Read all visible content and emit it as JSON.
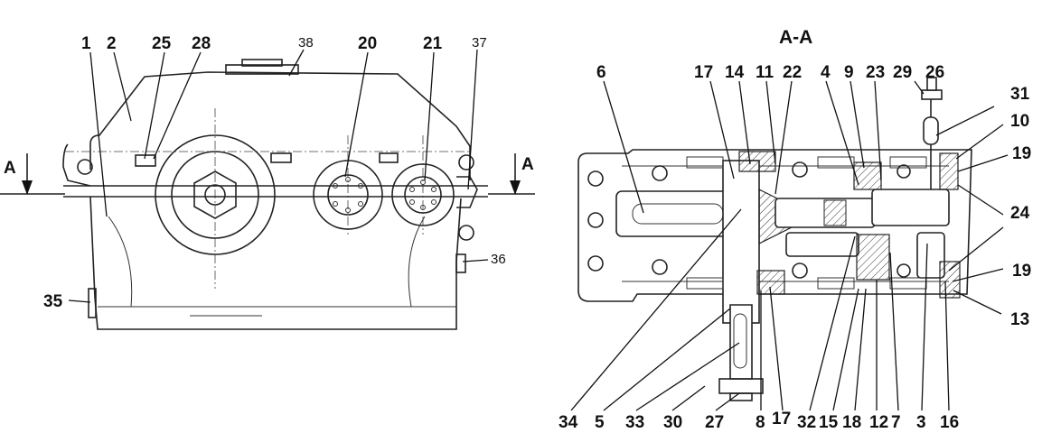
{
  "section_title": "A-A",
  "section_markers": {
    "left": "A",
    "right": "A"
  },
  "left_view": {
    "callouts": [
      "1",
      "2",
      "25",
      "28",
      "38",
      "20",
      "21",
      "37",
      "36",
      "35"
    ]
  },
  "right_view": {
    "callouts_top": [
      "6",
      "17",
      "14",
      "11",
      "22",
      "4",
      "9",
      "23",
      "29",
      "26"
    ],
    "callouts_right": [
      "31",
      "10",
      "19",
      "24",
      "19",
      "13"
    ],
    "callouts_bottom": [
      "34",
      "5",
      "33",
      "30",
      "27",
      "8",
      "17",
      "32",
      "15",
      "18",
      "12",
      "7",
      "3",
      "16"
    ]
  }
}
